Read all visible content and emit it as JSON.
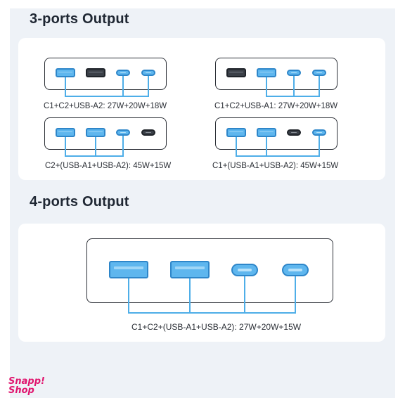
{
  "sections": {
    "three_ports": {
      "title": "3-ports Output",
      "configs": [
        {
          "caption": "C1+C2+USB-A2: 27W+20W+18W",
          "ports": [
            "usb-a-active",
            "usb-a-inactive",
            "usb-c-active",
            "usb-c-active"
          ]
        },
        {
          "caption": "C1+C2+USB-A1: 27W+20W+18W",
          "ports": [
            "usb-a-inactive",
            "usb-a-active",
            "usb-c-active",
            "usb-c-active"
          ]
        },
        {
          "caption": "C2+(USB-A1+USB-A2): 45W+15W",
          "ports": [
            "usb-a-active",
            "usb-a-active",
            "usb-c-active",
            "usb-c-inactive"
          ]
        },
        {
          "caption": "C1+(USB-A1+USB-A2): 45W+15W",
          "ports": [
            "usb-a-active",
            "usb-a-active",
            "usb-c-inactive",
            "usb-c-active"
          ]
        }
      ]
    },
    "four_ports": {
      "title": "4-ports Output",
      "config": {
        "caption": "C1+C2+(USB-A1+USB-A2): 27W+20W+15W",
        "ports": [
          "usb-a-active",
          "usb-a-active",
          "usb-c-active",
          "usb-c-active"
        ]
      }
    }
  },
  "logo": {
    "line1": "Snapp!",
    "line2": "Shop"
  },
  "colors": {
    "active_port": "#5eb6ee",
    "inactive_port": "#3a3f47",
    "wire": "#4eaee8",
    "background": "#eef2f7",
    "logo": "#e0156e"
  }
}
